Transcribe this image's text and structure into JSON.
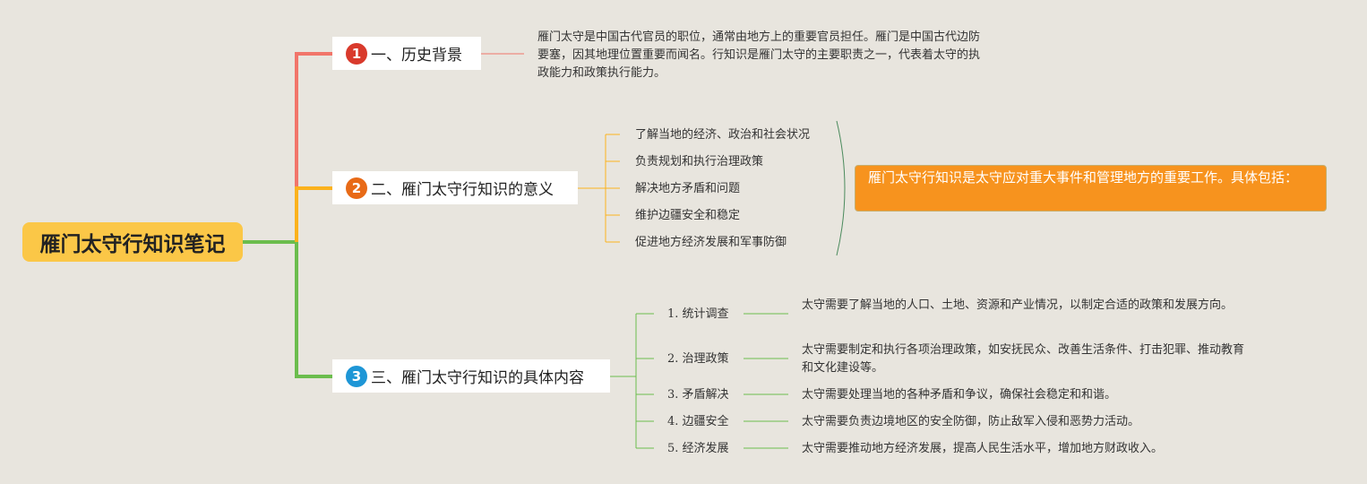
{
  "title": "雁门太守行知识笔记",
  "colors": {
    "background": "#e8e5de",
    "root": "#fbc747",
    "branch1": "#f1756a",
    "branch2": "#fbb21d",
    "branch3": "#6bbd4d",
    "badge1": "#d93a2c",
    "badge2": "#e86a17",
    "badge3": "#1e96d6",
    "callout": "#f7931e"
  },
  "branches": [
    {
      "number": "1",
      "label": "一、历史背景",
      "text": "雁门太守是中国古代官员的职位，通常由地方上的重要官员担任。雁门是中国古代边防要塞，因其地理位置重要而闻名。行知识是雁门太守的主要职责之一，代表着太守的执政能力和政策执行能力。"
    },
    {
      "number": "2",
      "label": "二、雁门太守行知识的意义",
      "items": [
        "了解当地的经济、政治和社会状况",
        "负责规划和执行治理政策",
        "解决地方矛盾和问题",
        "维护边疆安全和稳定",
        "促进地方经济发展和军事防御"
      ],
      "callout": "雁门太守行知识是太守应对重大事件和管理地方的重要工作。具体包括："
    },
    {
      "number": "3",
      "label": "三、雁门太守行知识的具体内容",
      "items": [
        {
          "num": "1.",
          "label": "统计调查",
          "desc": "太守需要了解当地的人口、土地、资源和产业情况，以制定合适的政策和发展方向。"
        },
        {
          "num": "2.",
          "label": "治理政策",
          "desc": "太守需要制定和执行各项治理政策，如安抚民众、改善生活条件、打击犯罪、推动教育和文化建设等。"
        },
        {
          "num": "3.",
          "label": "矛盾解决",
          "desc": "太守需要处理当地的各种矛盾和争议，确保社会稳定和和谐。"
        },
        {
          "num": "4.",
          "label": "边疆安全",
          "desc": "太守需要负责边境地区的安全防御，防止敌军入侵和恶势力活动。"
        },
        {
          "num": "5.",
          "label": "经济发展",
          "desc": "太守需要推动地方经济发展，提高人民生活水平，增加地方财政收入。"
        }
      ]
    }
  ]
}
